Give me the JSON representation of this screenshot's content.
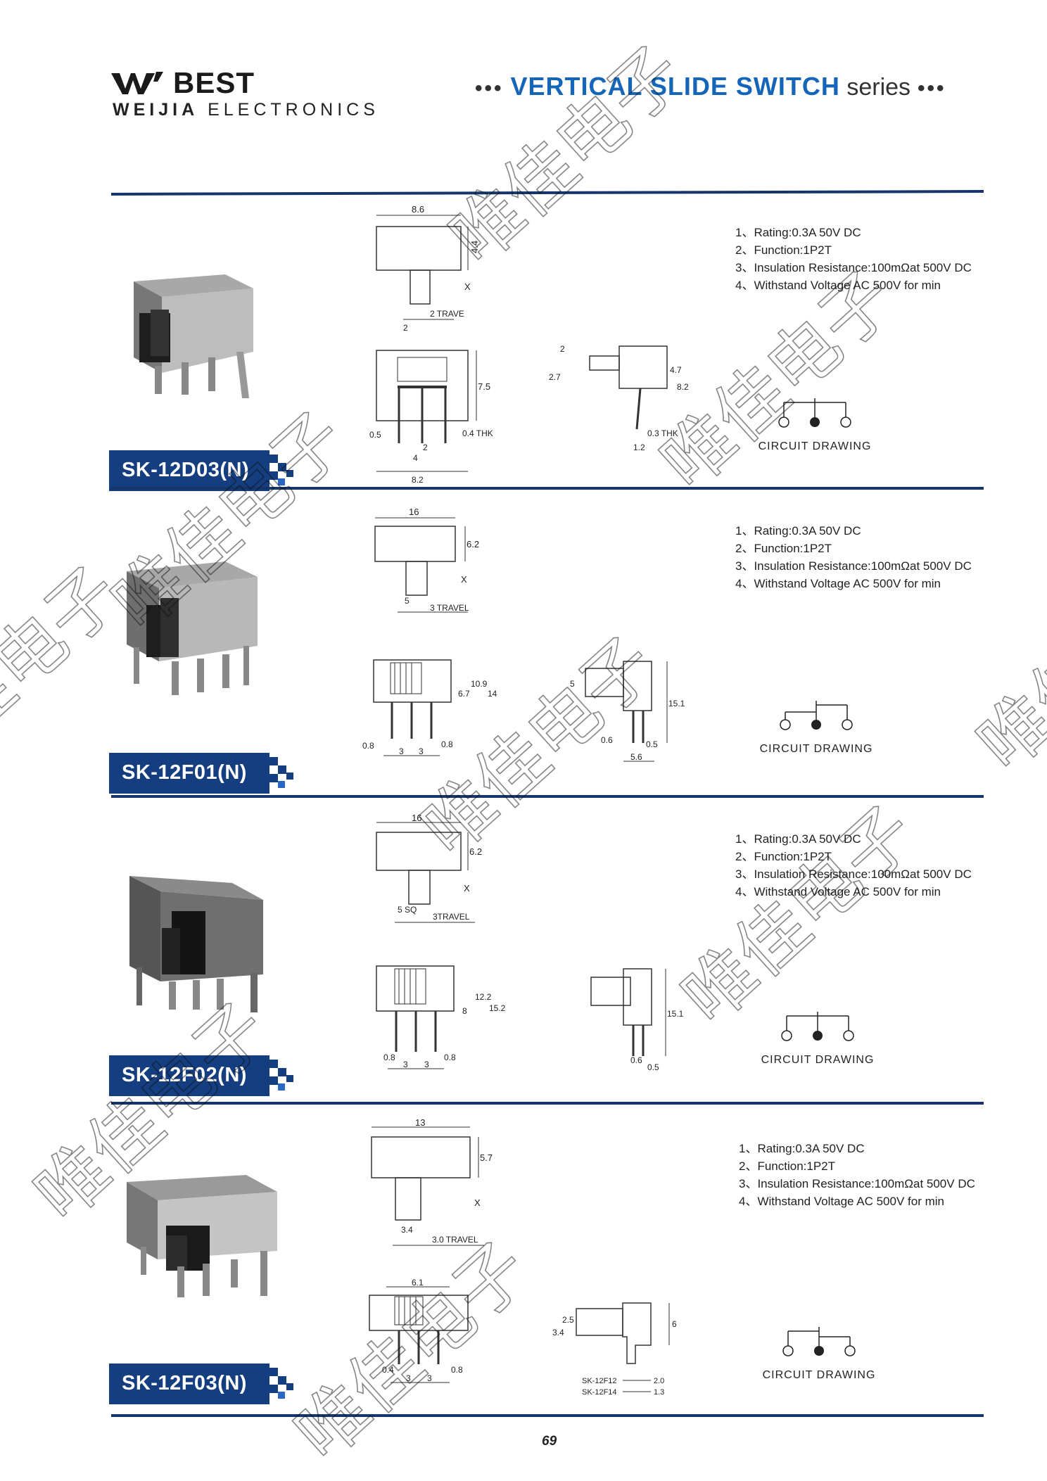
{
  "header": {
    "logo_main": "BEST",
    "logo_sub_bold": "WEIJIA",
    "logo_sub_rest": " ELECTRONICS",
    "series_dots_left": "•••",
    "series_title": "VERTICAL SLIDE SWITCH",
    "series_suffix": " series",
    "series_dots_right": "•••"
  },
  "colors": {
    "brand_blue": "#1565b8",
    "badge_navy": "#143e80",
    "divider": "#14366a"
  },
  "products": [
    {
      "model": "SK-12D03(N)",
      "specs": [
        "1、Rating:0.3A 50V DC",
        "2、Function:1P2T",
        "3、Insulation Resistance:100mΩat 500V DC",
        "4、Withstand Voltage AC 500V for min"
      ],
      "circuit_label": "CIRCUIT DRAWING",
      "dims": {
        "width": "8.6",
        "height": "4.4",
        "x": "X",
        "pitch": "2",
        "travel": "2 TRAVE",
        "h1": "7.5",
        "thk": "0.4 THK",
        "pin": "0.5",
        "p2": "2",
        "p4": "4",
        "base": "8.2",
        "s2": "2",
        "s27": "2.7",
        "s47": "4.7",
        "s82": "8.2",
        "sthk": "0.3 THK",
        "s12": "1.2"
      }
    },
    {
      "model": "SK-12F01(N)",
      "specs": [
        "1、Rating:0.3A 50V DC",
        "2、Function:1P2T",
        "3、Insulation Resistance:100mΩat 500V DC",
        "4、Withstand Voltage AC 500V for min"
      ],
      "circuit_label": "CIRCUIT DRAWING",
      "dims": {
        "width": "16",
        "height": "6.2",
        "x": "X",
        "pitch": "5",
        "travel": "3 TRAVEL",
        "h67": "6.7",
        "h109": "10.9",
        "h14": "14",
        "pin_l": "0.8",
        "pin_r": "0.8",
        "p3a": "3",
        "p3b": "3",
        "s5": "5",
        "s151": "15.1",
        "s06": "0.6",
        "s05": "0.5",
        "s56": "5.6"
      }
    },
    {
      "model": "SK-12F02(N)",
      "specs": [
        "1、Rating:0.3A 50V DC",
        "2、Function:1P2T",
        "3、Insulation Resistance:100mΩat 500V DC",
        "4、Withstand Voltage AC 500V for min"
      ],
      "circuit_label": "CIRCUIT DRAWING",
      "dims": {
        "width": "16",
        "height": "6.2",
        "x": "X",
        "pitch": "5 SQ",
        "travel": "3TRAVEL",
        "h8": "8",
        "h122": "12.2",
        "h152": "15.2",
        "pin_l": "0.8",
        "pin_r": "0.8",
        "p3a": "3",
        "p3b": "3",
        "s151": "15.1",
        "s06": "0.6",
        "s05": "0.5"
      }
    },
    {
      "model": "SK-12F03(N)",
      "specs": [
        "1、Rating:0.3A 50V DC",
        "2、Function:1P2T",
        "3、Insulation Resistance:100mΩat 500V DC",
        "4、Withstand Voltage AC 500V for min"
      ],
      "circuit_label": "CIRCUIT DRAWING",
      "dims": {
        "width": "13",
        "height": "5.7",
        "x": "X",
        "pitch": "3.4",
        "travel": "3.0 TRAVEL",
        "w61": "6.1",
        "pin_l": "0.4",
        "pin_r": "0.8",
        "p3a": "3",
        "p3b": "3",
        "s34": "3.4",
        "s25": "2.5",
        "s6": "6",
        "v12": "SK-12F12",
        "v12v": "2.0",
        "v14": "SK-12F14",
        "v14v": "1.3"
      }
    }
  ],
  "page_number": "69",
  "watermark": "唯佳电子"
}
